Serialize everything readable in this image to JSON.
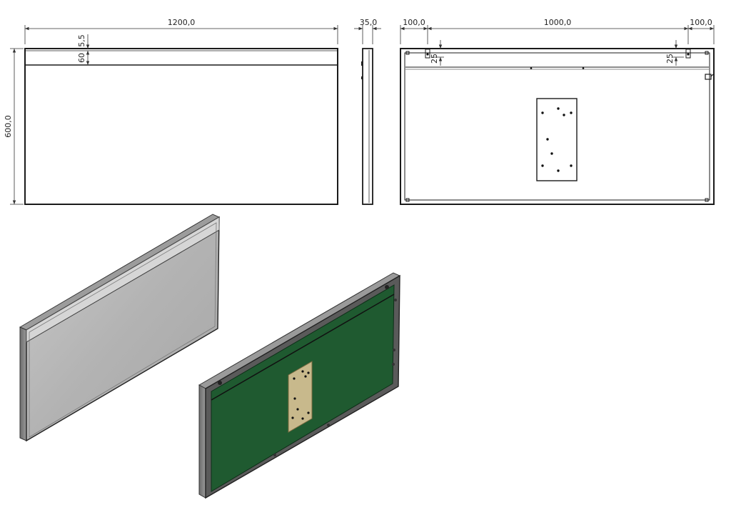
{
  "drawing": {
    "dimensions": {
      "front_width": "1200,0",
      "front_height": "600,0",
      "top_band_60": "60",
      "top_band_5_5": "5,5",
      "side_depth": "35,0",
      "rear_left_offset": "100,0",
      "rear_center_span": "1000,0",
      "rear_right_offset": "100,0",
      "rear_left_drop": "25",
      "rear_right_drop": "25"
    },
    "colors": {
      "line": "#1a1a1a",
      "frame_metal": "#8a8a8a",
      "mirror_glass": "#b4b4b4",
      "back_panel": "#1f5a30",
      "mount_plate": "#c8b98c"
    }
  }
}
